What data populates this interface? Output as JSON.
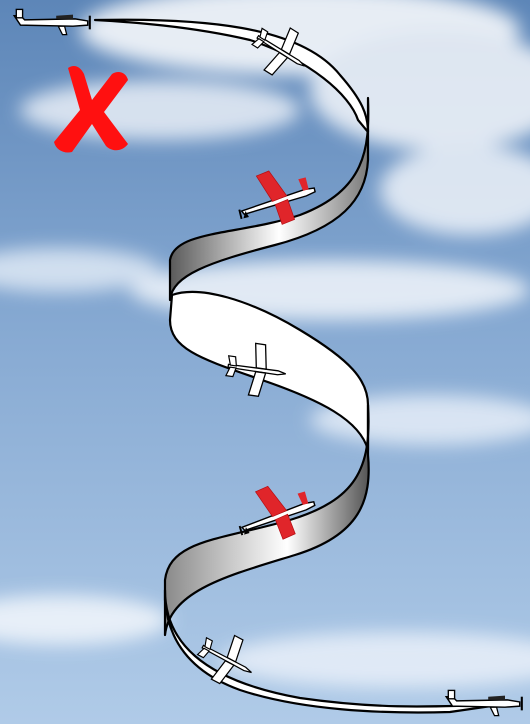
{
  "figure": {
    "kind": "aerobatic maneuver diagram",
    "background": "sky with clouds",
    "colors": {
      "sky_top": "#5d86b8",
      "sky_mid": "#8fb2d8",
      "sky_bottom": "#a9c7e6",
      "cloud": "#ffffff",
      "ribbon_light": "#ffffff",
      "ribbon_dark": "#6a6a6a",
      "outline": "#000000",
      "plane_fill": "#ffffff",
      "plane_red": "#e0252a",
      "mark_red": "#ff1010"
    },
    "marker": {
      "icon": "red-x-icon",
      "meaning": "incorrect"
    },
    "airplanes": [
      {
        "name": "plane-start",
        "attitude": "upright-level"
      },
      {
        "name": "plane-top-roll",
        "attitude": "rolling"
      },
      {
        "name": "plane-red-upper",
        "attitude": "knife-edge"
      },
      {
        "name": "plane-inverted",
        "attitude": "inverted"
      },
      {
        "name": "plane-red-lower",
        "attitude": "knife-edge"
      },
      {
        "name": "plane-bottom-roll",
        "attitude": "rolling"
      },
      {
        "name": "plane-end",
        "attitude": "upright-level"
      }
    ]
  }
}
